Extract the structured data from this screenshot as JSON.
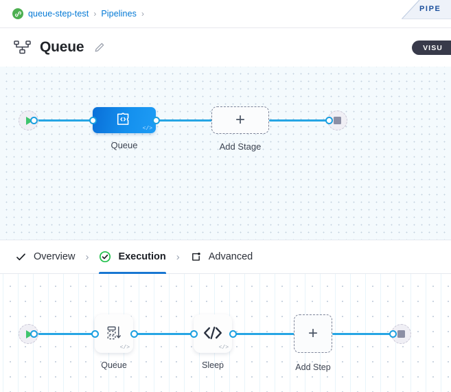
{
  "breadcrumb": {
    "project_icon": "link-badge-icon",
    "items": [
      {
        "label": "queue-step-test"
      },
      {
        "label": "Pipelines"
      }
    ],
    "separator": "›"
  },
  "top_tab": {
    "label": "PIPE",
    "name": "pipeline-tab"
  },
  "header": {
    "icon": "pipeline-hierarchy-icon",
    "title": "Queue",
    "edit_icon": "pencil-icon",
    "visual_badge": "VISU"
  },
  "stage_canvas": {
    "start": {
      "icon": "play-icon",
      "name": "pipeline-start-node"
    },
    "end": {
      "icon": "stop-icon",
      "name": "pipeline-end-node"
    },
    "nodes": [
      {
        "label": "Queue",
        "type": "stage",
        "badge": "</>",
        "glyph": "code-puzzle-icon"
      },
      {
        "label": "Add Stage",
        "type": "add",
        "glyph": "plus-icon"
      }
    ]
  },
  "tabs": [
    {
      "label": "Overview",
      "icon": "check-icon",
      "active": false
    },
    {
      "label": "Execution",
      "icon": "check-circle-icon",
      "active": true
    },
    {
      "label": "Advanced",
      "icon": "advanced-gear-frame-icon",
      "active": false
    }
  ],
  "tab_separator": "›",
  "step_canvas": {
    "start": {
      "icon": "play-icon",
      "name": "execution-start-node"
    },
    "end": {
      "icon": "stop-icon",
      "name": "execution-end-node"
    },
    "nodes": [
      {
        "label": "Queue",
        "type": "step",
        "badge": "</>",
        "glyph": "queue-stack-icon"
      },
      {
        "label": "Sleep",
        "type": "step",
        "badge": "</>",
        "glyph": "code-brackets-icon"
      },
      {
        "label": "Add Step",
        "type": "add",
        "glyph": "plus-icon"
      }
    ]
  },
  "colors": {
    "accent_blue": "#1877d2",
    "edge_blue": "#26a5e4",
    "link_blue": "#0278d5",
    "success_green": "#4caf50",
    "stage_gradient_from": "#0a6fd8",
    "stage_gradient_to": "#1e9cf5",
    "badge_dark": "#383a4a"
  }
}
